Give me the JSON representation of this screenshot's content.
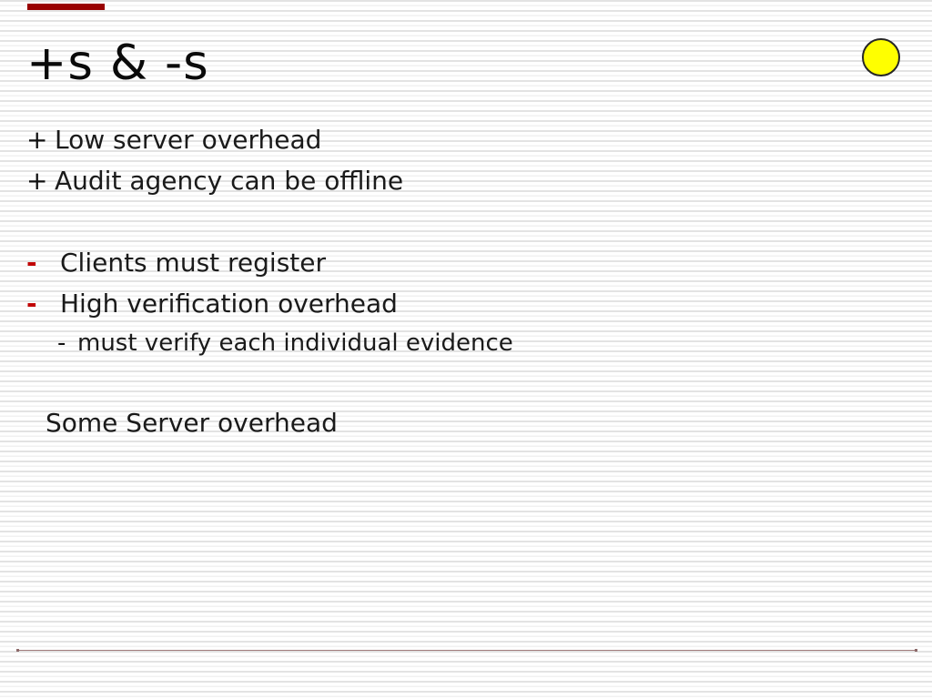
{
  "slide": {
    "title": "+s & -s",
    "bullets": [
      {
        "marker": "+",
        "text": "Low server overhead"
      },
      {
        "marker": "+",
        "text": "Audit agency can be offline"
      },
      {
        "marker": "-",
        "text": "Clients must register"
      },
      {
        "marker": "-",
        "text": "High verification overhead"
      },
      {
        "marker": "-",
        "text": "must verify each individual evidence"
      },
      {
        "marker": "",
        "text": "Some Server overhead"
      }
    ],
    "colors": {
      "background": "#ffffff",
      "stripe_dark": "#e3e3e3",
      "stripe_light": "#f1f1f1",
      "text": "#1a1a1a",
      "plus_marker": "#111111",
      "minus_marker": "#c00000",
      "top_accent_bar": "#990000",
      "circle_fill": "#ffff00",
      "circle_outline": "#262626",
      "bottom_rule": "#a17c7c"
    }
  }
}
